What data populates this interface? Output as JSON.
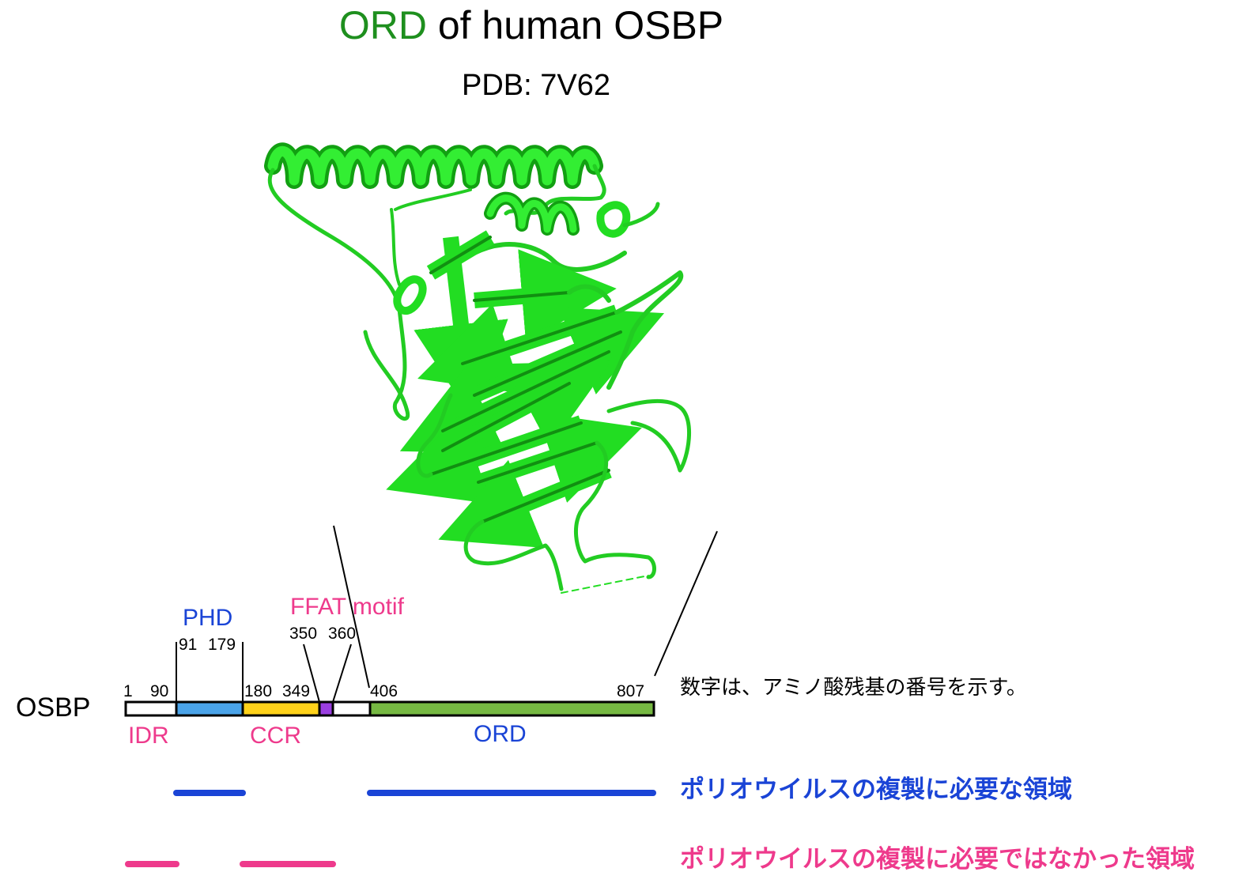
{
  "title": {
    "highlight": "ORD",
    "rest": " of human OSBP"
  },
  "subtitle": "PDB: 7V62",
  "protein_label": "OSBP",
  "domains": {
    "phd": "PHD",
    "ffat": "FFAT motif",
    "idr": "IDR",
    "ccr": "CCR",
    "ord": "ORD"
  },
  "numbers": {
    "n1": "1",
    "n90": "90",
    "n91": "91",
    "n179": "179",
    "n180": "180",
    "n349": "349",
    "n350": "350",
    "n360": "360",
    "n406": "406",
    "n807": "807"
  },
  "note": "数字は、アミノ酸残基の番号を示す。",
  "legend": {
    "required": "ポリオウイルスの複製に必要な領域",
    "not_required": "ポリオウイルスの複製に必要ではなかった領域"
  },
  "colors": {
    "structure": "#22dd22",
    "structure_dark": "#129c12",
    "title_green": "#1e8f1e",
    "phd": "#4aa3e8",
    "ccr": "#ffd21a",
    "ffat": "#9a3ee0",
    "ord": "#76b842",
    "required_line": "#1a44d6",
    "not_required_line": "#ee3a8c"
  }
}
